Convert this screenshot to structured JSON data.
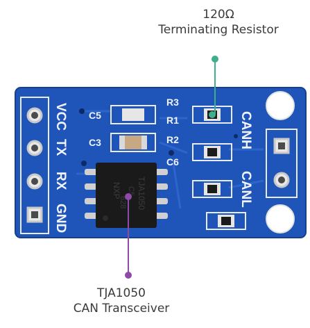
{
  "callouts": {
    "resistor": {
      "line1": "120Ω",
      "line2": "Terminating Resistor",
      "color": "#3fae8c"
    },
    "transceiver": {
      "line1": "TJA1050",
      "line2": "CAN Transceiver",
      "color": "#8e4aa8"
    }
  },
  "board": {
    "color": "#1f54b8",
    "pins_left": [
      "VCC",
      "TX",
      "RX",
      "GND"
    ],
    "pins_right": [
      "CANH",
      "CANL"
    ],
    "components": [
      "C5",
      "R3",
      "R1",
      "C3",
      "R2",
      "C6"
    ],
    "chip": {
      "brand": "NXP",
      "model": "TJA1050",
      "code1": "C5",
      "code2": "628"
    }
  }
}
